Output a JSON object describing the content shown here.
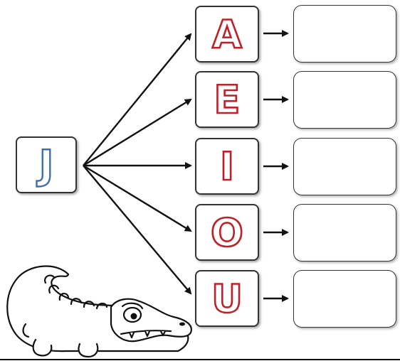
{
  "source": {
    "letter": "J",
    "color": "#3d6fb0"
  },
  "vowels": [
    {
      "letter": "A",
      "answer": ""
    },
    {
      "letter": "E",
      "answer": ""
    },
    {
      "letter": "I",
      "answer": ""
    },
    {
      "letter": "O",
      "answer": ""
    },
    {
      "letter": "U",
      "answer": ""
    }
  ],
  "colors": {
    "vowel_outline": "#c01f27",
    "consonant_outline": "#3d6fb0",
    "lines": "#111111"
  },
  "decoration": {
    "illustration": "crocodile"
  }
}
